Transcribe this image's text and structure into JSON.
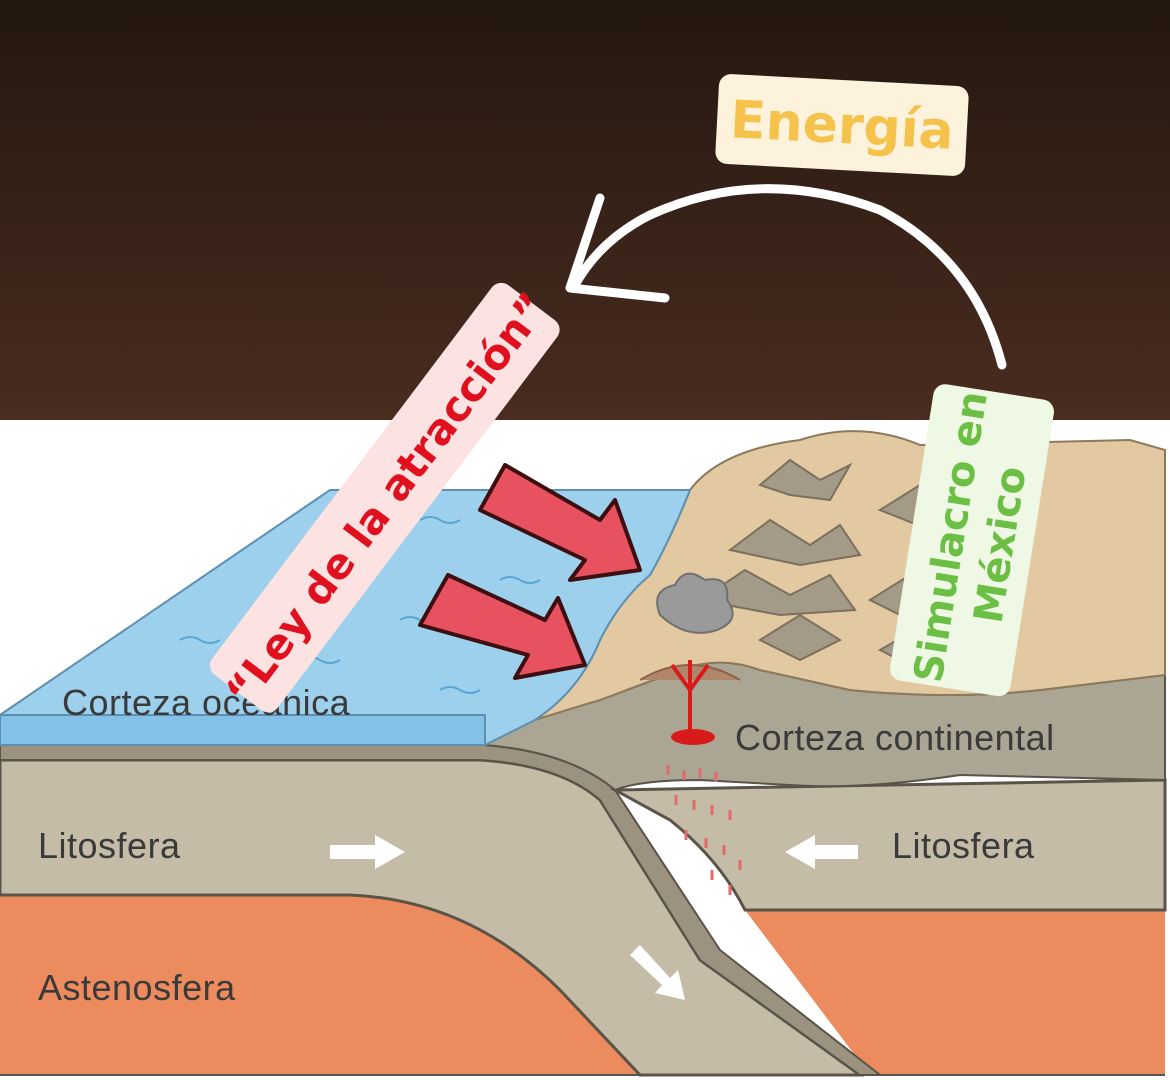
{
  "labels": {
    "energia": "Energía",
    "ley": "“Ley de la atracción”",
    "simulacro_line1": "Simulacro en",
    "simulacro_line2": "México",
    "corteza_oceanica": "Corteza oceánica",
    "corteza_continental": "Corteza continental",
    "litosfera_left": "Litosfera",
    "litosfera_right": "Litosfera",
    "astenosfera": "Astenosfera"
  },
  "colors": {
    "sky_top": "#231710",
    "sky_bottom": "#4a2c20",
    "ocean": "#9dd0ec",
    "ocean_dark": "#6fb5de",
    "sand": "#e2c9a1",
    "crust_gray": "#aba594",
    "lithosphere": "#c5bca8",
    "asthenosphere": "#ec8b5e",
    "energia_text": "#f5c24c",
    "energia_bg": "#fdf2dc",
    "ley_text": "#e0101f",
    "ley_bg": "#fde2e2",
    "simulacro_text": "#6bbf45",
    "simulacro_bg": "#eff7e5",
    "big_arrow": "#e85260"
  },
  "icons": [
    "curved-arrow-icon",
    "red-arrow-icon",
    "volcano-icon",
    "right-arrow-icon",
    "left-arrow-icon",
    "down-arrow-icon"
  ]
}
